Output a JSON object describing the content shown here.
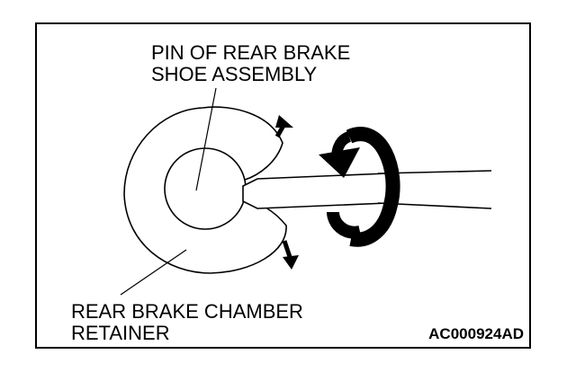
{
  "labels": {
    "pin_line1": "PIN OF REAR BRAKE",
    "pin_line2": "SHOE ASSEMBLY",
    "retainer_line1": "REAR BRAKE CHAMBER",
    "retainer_line2": "RETAINER",
    "figure_code": "AC000924AD"
  },
  "icons": {
    "rotation": "curved-rotation-arrow-icon",
    "spread_up": "up-arrow-icon",
    "spread_down": "down-arrow-icon"
  }
}
